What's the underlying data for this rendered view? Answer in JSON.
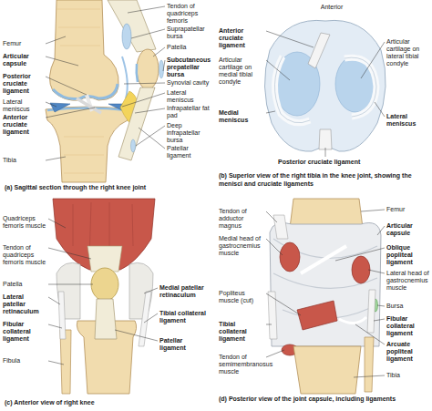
{
  "diagram": {
    "labels": [
      "Tendon of quadriceps femoris",
      "Femur",
      "Suprapatellar bursa",
      "Articular capsule",
      "Patella",
      "Posterior cruciate ligament",
      "Subcutaneous prepatellar bursa",
      "Synovial cavity",
      "Lateral meniscus",
      "Lateral meniscus",
      "Anterior cruciate ligament",
      "Infrapatellar fat pad",
      "Deep infrapatellar bursa",
      "Tibia",
      "Patellar ligament",
      "(a) Sagittal section through the right knee joint",
      "Anterior",
      "Anterior cruciate ligament",
      "Articular cartilage on medial tibial condyle",
      "Articular cartilage on lateral tibial condyle",
      "Medial meniscus",
      "Lateral meniscus",
      "Posterior cruciate ligament",
      "(b) Superior view of the right tibia in the knee joint, showing the menisci and cruciate ligaments",
      "Quadriceps femoris muscle",
      "Tendon of quadriceps femoris muscle",
      "Patella",
      "Lateral patellar retinaculum",
      "Medial patellar retinaculum",
      "Fibular collateral ligament",
      "Tibial collateral ligament",
      "Patellar ligament",
      "Fibula",
      "(c) Anterior view of right knee",
      "Tendon of adductor magnus",
      "Femur",
      "Medial head of gastrocnemius muscle",
      "Articular capsule",
      "Oblique popliteal ligament",
      "Lateral head of gastrocnemius muscle",
      "Popliteus muscle (cut)",
      "Bursa",
      "Tibial collateral ligament",
      "Fibular collateral ligament",
      "Arcuate popliteal ligament",
      "Tendon of semimembranosus muscle",
      "Tibia",
      "(d) Posterior view of the joint capsule, including ligaments"
    ]
  }
}
